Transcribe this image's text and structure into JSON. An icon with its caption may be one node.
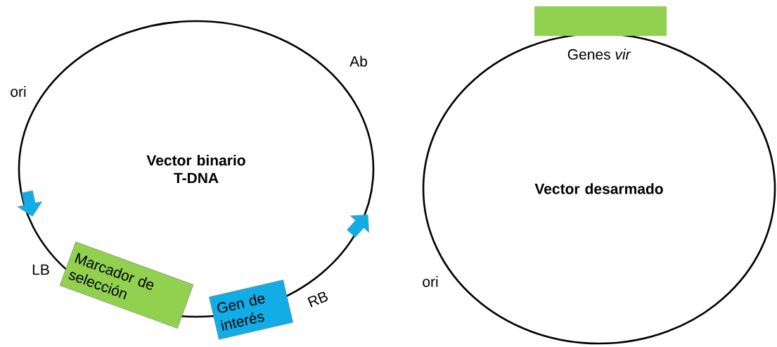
{
  "diagram": {
    "nodes": [
      {
        "text": [
          "Vector binario T-DNA"
        ]
      },
      {
        "text": [
          "Marcador de selección"
        ]
      },
      {
        "text": [
          "Gen de interés"
        ]
      },
      {
        "text": [
          "Genes *vir*",
          "Vector desarmado"
        ]
      },
      {
        "text": [],
        "shape": "bar"
      }
    ],
    "labels": [
      "ori",
      "Ab",
      "LB",
      "RB",
      "ori"
    ]
  }
}
